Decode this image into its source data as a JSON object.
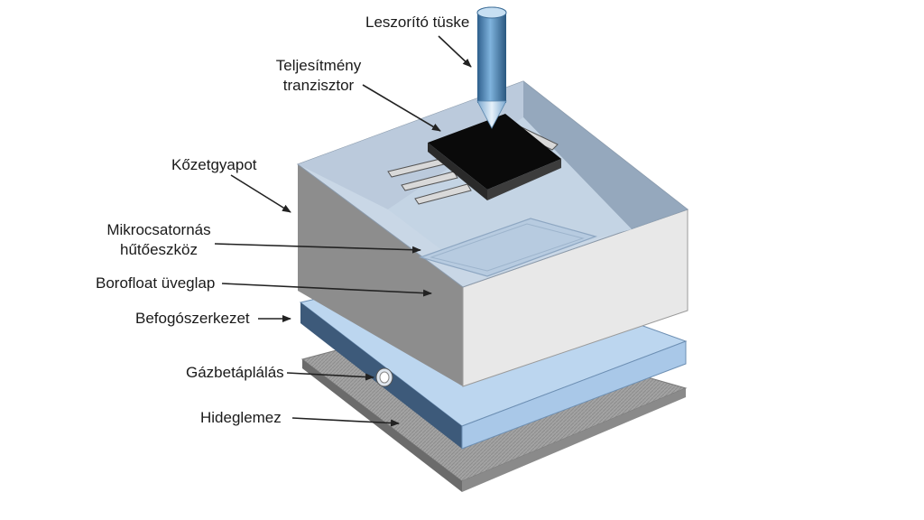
{
  "labels": {
    "pin": "Leszorító tüske",
    "transistor_line1": "Teljesítmény",
    "transistor_line2": "tranzisztor",
    "rockwool": "Kőzetgyapot",
    "heatsink_line1": "Mikrocsatornás",
    "heatsink_line2": "hűtőeszköz",
    "glass": "Borofloat üveglap",
    "fixture": "Befogószerkezet",
    "gas": "Gázbetáplálás",
    "coldplate": "Hideglemez"
  },
  "colors": {
    "box_top": "#c9d7e6",
    "box_front": "#e8e8e8",
    "box_left": "#8d8d8d",
    "box_inner_back": "#8fa3b8",
    "plate_top": "#b9d4ee",
    "plate_front": "#a9c8e8",
    "plate_left": "#3d5a7a",
    "coldplate_top": "#9a9a9a",
    "coldplate_side": "#6b6b6b",
    "chip": "#0a0a0a",
    "lead": "#d9d9d9",
    "pin": "#3f7fb5",
    "arrow": "#222222"
  }
}
